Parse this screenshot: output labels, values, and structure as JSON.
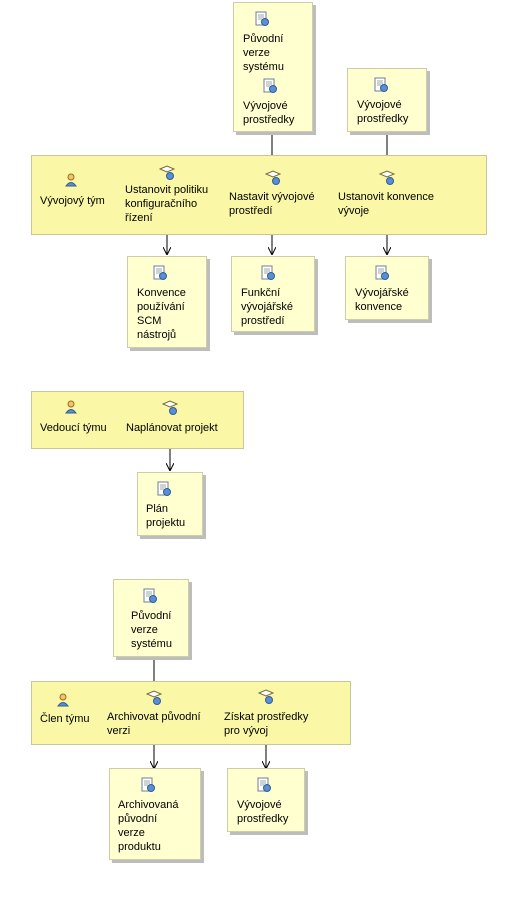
{
  "diagram1": {
    "inputs": {
      "puvodni_verze": "Původní\nverze\nsystému",
      "vyvojove_prostredky_a": "Vývojové\nprostředky",
      "vyvojove_prostredky_b": "Vývojové\nprostředky"
    },
    "role": "Vývojový tým",
    "tasks": {
      "politika": "Ustanovit politiku\nkonfiguračního\nřízení",
      "prostredi": "Nastavit vývojové\nprostředí",
      "konvence": "Ustanovit konvence\nvývoje"
    },
    "outputs": {
      "scm": "Konvence\npoužívání\nSCM\nnástrojů",
      "funkcni": "Funkční\nvývojářské\nprostředí",
      "konvence": "Vývojářské\nkonvence"
    }
  },
  "diagram2": {
    "role": "Vedoucí týmu",
    "task": "Naplánovat projekt",
    "output": "Plán\nprojektu"
  },
  "diagram3": {
    "input": "Původní\nverze\nsystému",
    "role": "Člen týmu",
    "tasks": {
      "archivovat": "Archivovat původní\nverzi",
      "ziskat": "Získat prostředky\npro vývoj"
    },
    "outputs": {
      "archiv": "Archivovaná\npůvodní\nverze\nproduktu",
      "prostredky": "Vývojové\nprostředky"
    }
  }
}
